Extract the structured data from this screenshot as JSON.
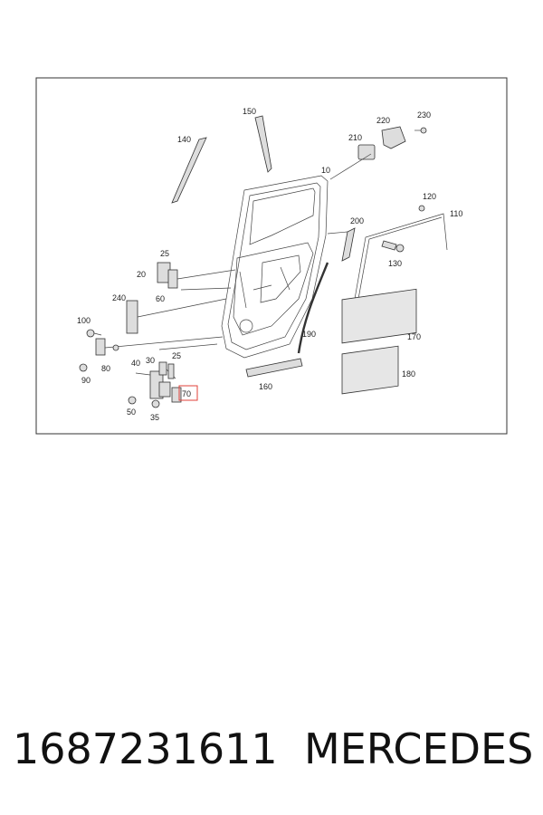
{
  "diagram": {
    "callouts": {
      "c10": "10",
      "c20": "20",
      "c25a": "25",
      "c25b": "25",
      "c30": "30",
      "c35": "35",
      "c40": "40",
      "c50": "50",
      "c60": "60",
      "c70": "70",
      "c80": "80",
      "c90": "90",
      "c100": "100",
      "c110": "110",
      "c120": "120",
      "c130": "130",
      "c140": "140",
      "c150": "150",
      "c160": "160",
      "c170": "170",
      "c180": "180",
      "c190": "190",
      "c200": "200",
      "c210": "210",
      "c220": "220",
      "c230": "230",
      "c240": "240"
    },
    "highlighted_callout": "70",
    "highlight_color": "#e0413a"
  },
  "footer": {
    "part_number": "1687231611",
    "brand": "MERCEDES"
  }
}
